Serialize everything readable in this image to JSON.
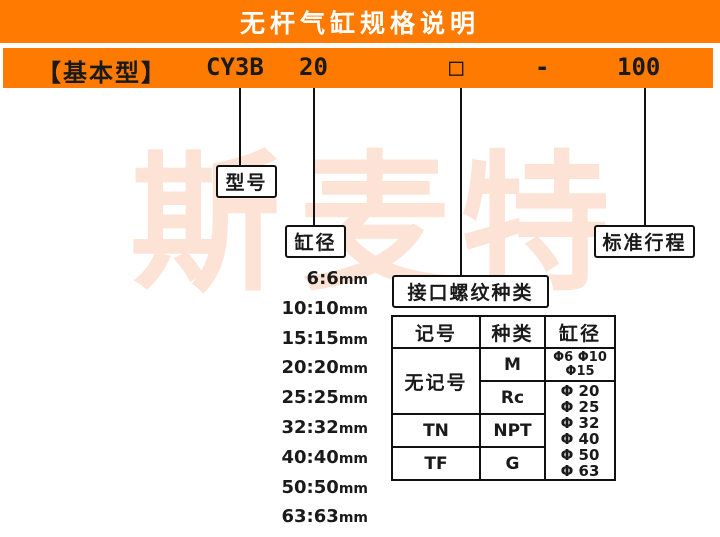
{
  "header": {
    "title": "无杆气缸规格说明",
    "title_bg": "#ff7a00"
  },
  "code": {
    "type": "【基本型】",
    "series": "CY3B",
    "bore": "20",
    "port": "□",
    "dash": "-",
    "stroke": "100"
  },
  "watermark": [
    "斯",
    "麦",
    "特"
  ],
  "labels": {
    "model": "型号",
    "bore": "缸径",
    "port_thread": "接口螺纹种类",
    "stroke": "标准行程"
  },
  "bore_options": [
    {
      "code": "6",
      "value": "6",
      "unit": "mm"
    },
    {
      "code": "10",
      "value": "10",
      "unit": "mm"
    },
    {
      "code": "15",
      "value": "15",
      "unit": "mm"
    },
    {
      "code": "20",
      "value": "20",
      "unit": "mm"
    },
    {
      "code": "25",
      "value": "25",
      "unit": "mm"
    },
    {
      "code": "32",
      "value": "32",
      "unit": "mm"
    },
    {
      "code": "40",
      "value": "40",
      "unit": "mm"
    },
    {
      "code": "50",
      "value": "50",
      "unit": "mm"
    },
    {
      "code": "63",
      "value": "63",
      "unit": "mm"
    }
  ],
  "port_table": {
    "headers": [
      "记号",
      "种类",
      "缸径"
    ],
    "rows": [
      {
        "symbol": "无记号",
        "type": "M",
        "bore_lines": [
          "Φ6 Φ10",
          "Φ15"
        ]
      },
      {
        "symbol": "",
        "type": "Rc",
        "bore_lines": [
          "Φ 20",
          "Φ 25",
          "Φ 32",
          "Φ 40",
          "Φ 50",
          "Φ 63"
        ]
      },
      {
        "symbol": "TN",
        "type": "NPT"
      },
      {
        "symbol": "TF",
        "type": "G"
      }
    ]
  }
}
